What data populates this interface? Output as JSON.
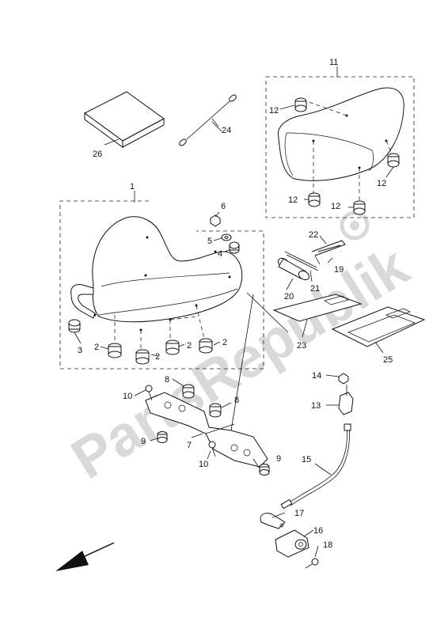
{
  "watermark": "PartsRepublik",
  "callouts": {
    "c1": "1",
    "c2a": "2",
    "c2b": "2",
    "c2c": "2",
    "c2d": "2",
    "c3": "3",
    "c4": "4",
    "c5": "5",
    "c6": "6",
    "c7": "7",
    "c8a": "8",
    "c8b": "8",
    "c9a": "9",
    "c9b": "9",
    "c10a": "10",
    "c10b": "10",
    "c11": "11",
    "c12a": "12",
    "c12b": "12",
    "c12c": "12",
    "c12d": "12",
    "c13": "13",
    "c14": "14",
    "c15": "15",
    "c16": "16",
    "c17": "17",
    "c18": "18",
    "c19": "19",
    "c20": "20",
    "c21": "21",
    "c22": "22",
    "c23": "23",
    "c24": "24",
    "c25": "25",
    "c26": "26"
  },
  "icons": {
    "front_arrow": "front-direction-arrow-icon",
    "gear": "gear-logo-icon"
  }
}
